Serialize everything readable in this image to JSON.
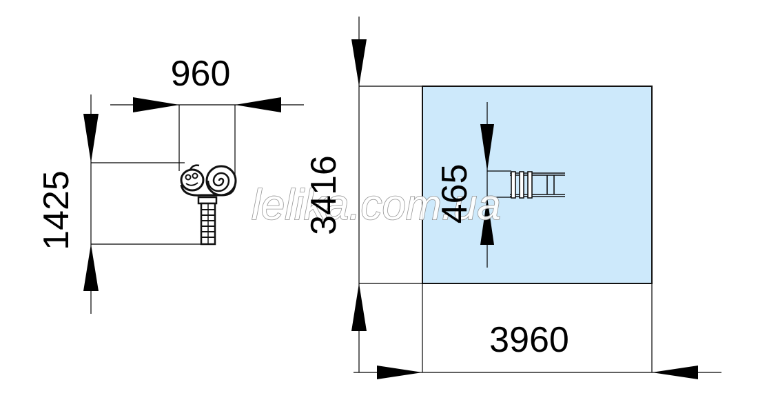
{
  "watermark": "lelika.com.ua",
  "dimensions": {
    "left_width": "960",
    "left_height": "1425",
    "right_height": "3416",
    "right_inner": "465",
    "right_width": "3960"
  },
  "colors": {
    "area_fill": "#cde9fb",
    "line": "#000000"
  }
}
